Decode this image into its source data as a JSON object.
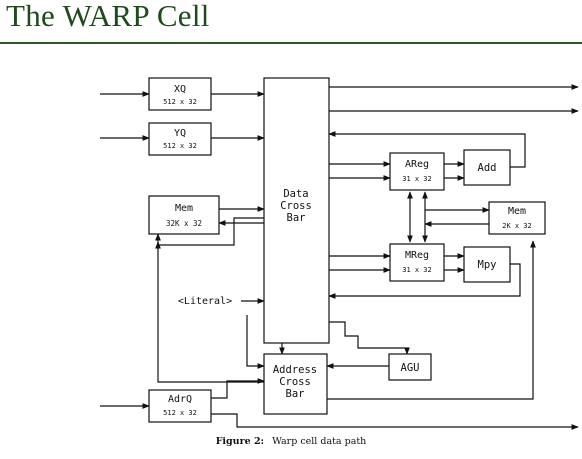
{
  "title": "The WARP Cell",
  "caption": {
    "label": "Figure 2:",
    "text": "Warp cell data path"
  },
  "diagram": {
    "xq": {
      "name": "XQ",
      "size": "512 x 32"
    },
    "yq": {
      "name": "YQ",
      "size": "512 x 32"
    },
    "mem_left": {
      "name": "Mem",
      "size": "32K x 32"
    },
    "literal": "<Literal>",
    "adrq": {
      "name": "AdrQ",
      "size": "512 x 32"
    },
    "data_crossbar": [
      "Data",
      "Cross",
      "Bar"
    ],
    "address_crossbar": [
      "Address",
      "Cross",
      "Bar"
    ],
    "areg": {
      "name": "AReg",
      "size": "31 x 32"
    },
    "mreg": {
      "name": "MReg",
      "size": "31 x 32"
    },
    "add": "Add",
    "mpy": "Mpy",
    "mem_right": {
      "name": "Mem",
      "size": "2K x 32"
    },
    "agu": "AGU"
  },
  "colors": {
    "title": "#1f4a1c",
    "rule": "#2d5a27",
    "ink": "#111111"
  }
}
